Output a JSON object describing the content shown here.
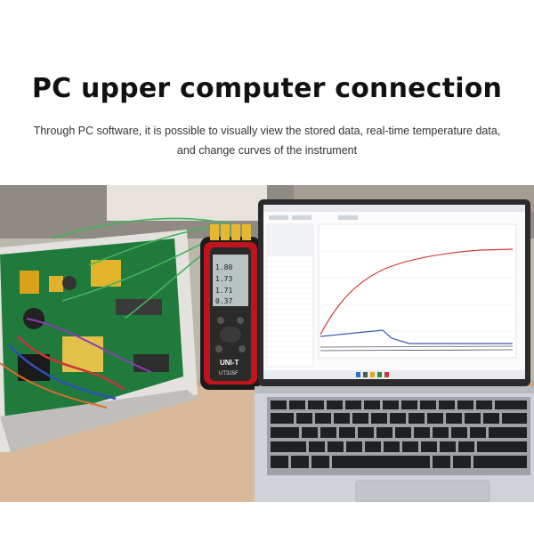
{
  "header": {
    "title": "PC upper computer connection",
    "subtitle_line1": "Through PC software, it is possible to visually view the stored data, real-time temperature data,",
    "subtitle_line2": "and change curves of the instrument"
  },
  "photo": {
    "meter": {
      "brand": "UNI-T",
      "model": "UT325F"
    }
  },
  "colors": {
    "title": "#111111",
    "subtitle": "#333333",
    "meter_body": "#c0141c",
    "meter_housing": "#1b1b1b",
    "curve_red": "#d23a3a",
    "curve_blue": "#3e59b5",
    "pcb_green": "#1f7a3c"
  }
}
